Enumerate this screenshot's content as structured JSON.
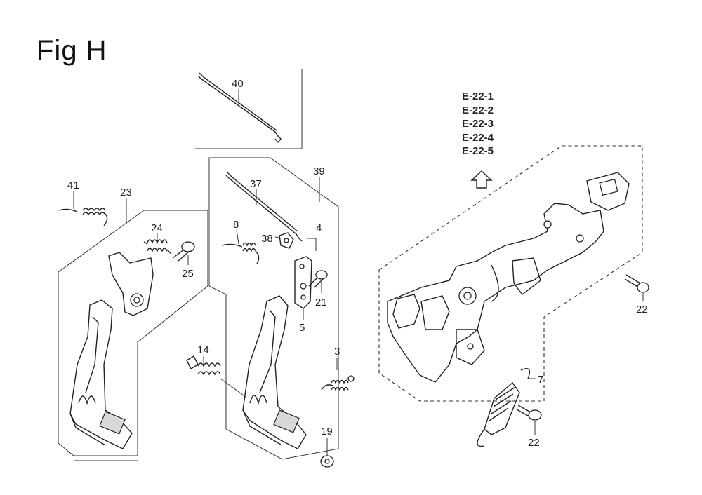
{
  "title": "Fig H",
  "reference_pages": [
    "E-22-1",
    "E-22-2",
    "E-22-3",
    "E-22-4",
    "E-22-5"
  ],
  "callouts": {
    "p40": "40",
    "p39": "39",
    "p37": "37",
    "p41": "41",
    "p23": "23",
    "p24": "24",
    "p25": "25",
    "p8": "8",
    "p38": "38",
    "p4": "4",
    "p21": "21",
    "p5": "5",
    "p14": "14",
    "p3": "3",
    "p19": "19",
    "p22a": "22",
    "p7": "7",
    "p22b": "22"
  },
  "colors": {
    "line": "#222222",
    "background": "#ffffff"
  },
  "icons": {
    "arrow": "up-arrow-icon"
  }
}
